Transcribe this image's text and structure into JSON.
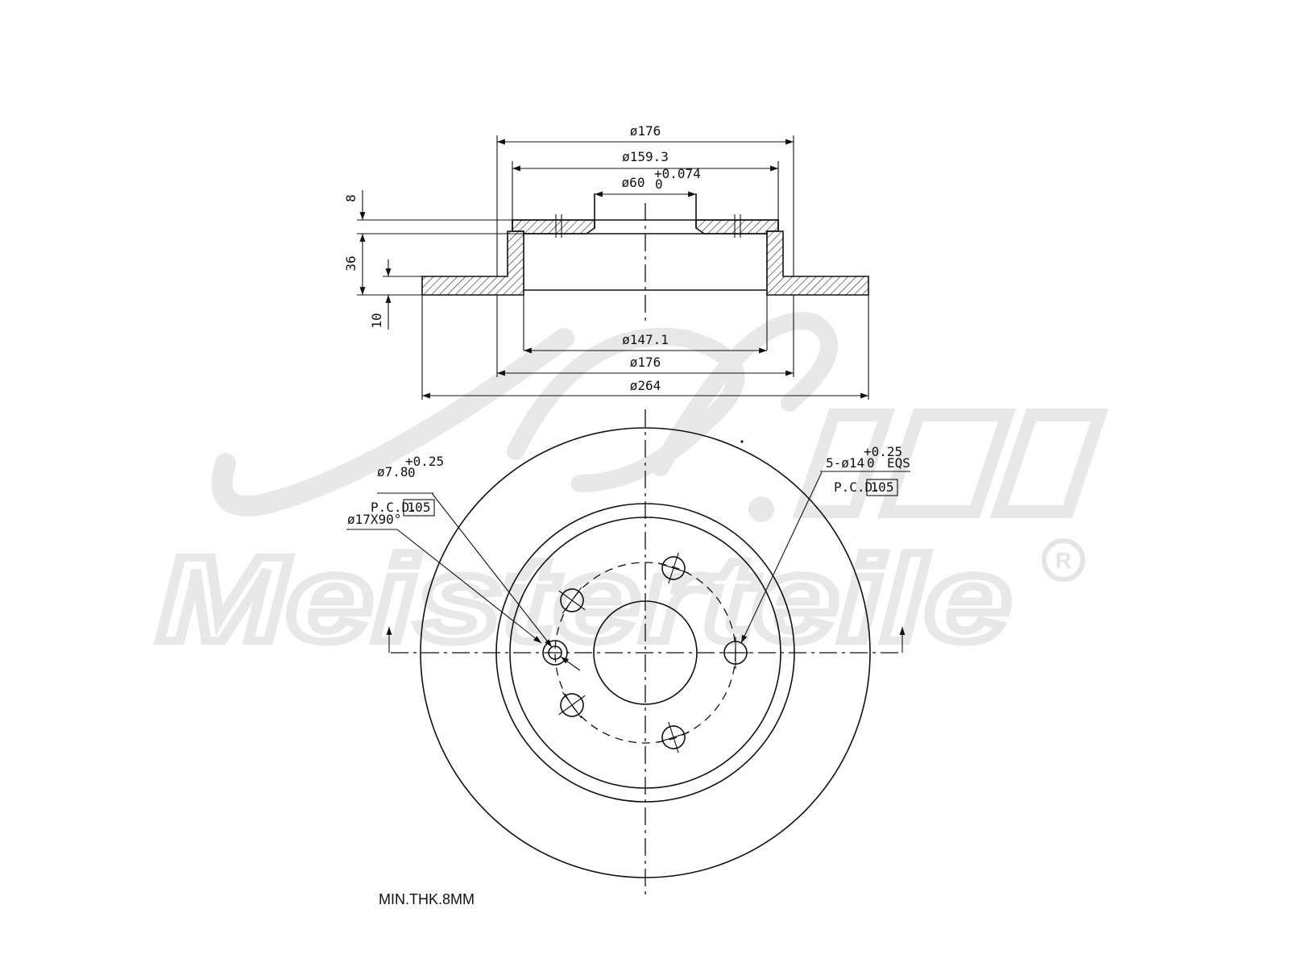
{
  "dimensions": {
    "outer_hat_top": "ø176",
    "hat_face": "ø159.3",
    "center_bore": "ø60",
    "center_bore_tol_upper": "+0.074",
    "center_bore_tol_lower": "0",
    "inner_ring": "ø147.1",
    "hat_outer_bottom": "ø176",
    "disc_outer": "ø264",
    "height_8": "8",
    "height_36": "36",
    "height_10": "10"
  },
  "callouts": {
    "small_hole": "ø7.8",
    "small_hole_tol_upper": "+0.25",
    "small_hole_tol_lower": "0",
    "pcd_label_left": "P.C.D.",
    "pcd_value_left": "105",
    "chamfer": "ø17X90°",
    "bolt_holes": "5-ø14",
    "bolt_holes_tol_upper": "+0.25",
    "bolt_holes_tol_lower": "0",
    "bolt_holes_suffix": "EQS",
    "pcd_label_right": "P.C.D.",
    "pcd_value_right": "105"
  },
  "note": "MIN.THK.8MM",
  "watermark": {
    "brand": "Meisterteile",
    "initials": "A.Z.",
    "registered": "R"
  }
}
